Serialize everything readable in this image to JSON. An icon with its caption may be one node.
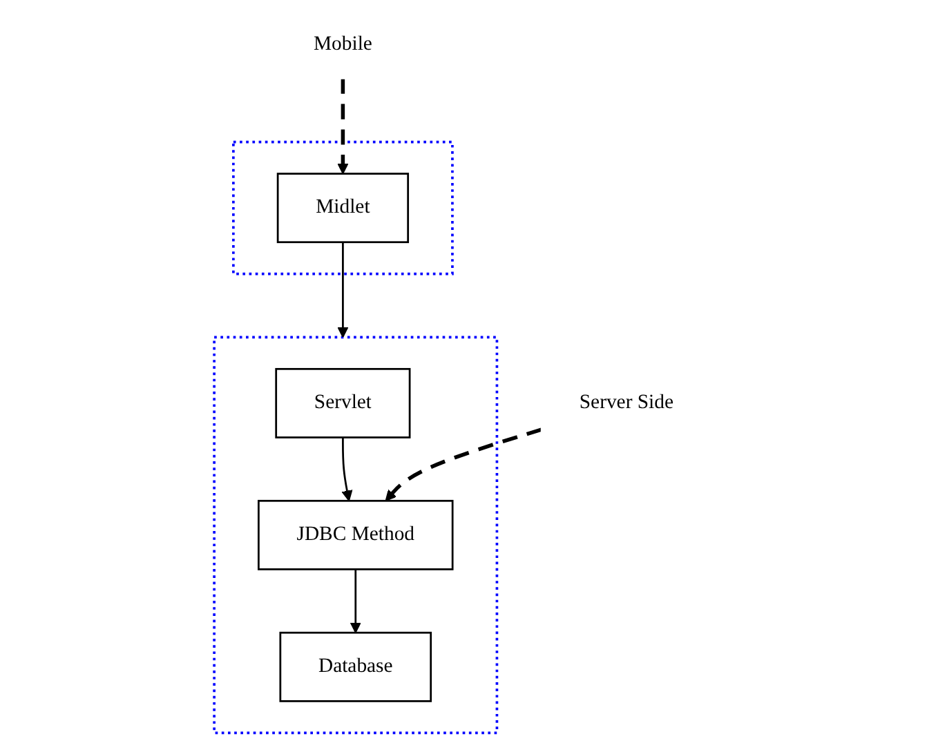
{
  "diagram": {
    "nodes": [
      {
        "text": [],
        "shape": "box"
      },
      {
        "text": [
          "Midlet"
        ],
        "in": 0
      },
      {
        "text": [],
        "shape": "box"
      },
      {
        "text": [
          "Servlet"
        ],
        "in": 2
      },
      {
        "text": [
          "JDBC Method"
        ],
        "in": 2
      },
      {
        "text": [
          "Database"
        ],
        "in": 2
      },
      {
        "text": [
          "Mobile"
        ]
      },
      {
        "text": [
          "Server Side"
        ]
      }
    ],
    "edges": [
      {
        "from": 1,
        "to": 2,
        "arrow": "to"
      },
      {
        "from": 3,
        "to": 4,
        "arrow": "to"
      },
      {
        "from": 4,
        "to": 5,
        "arrow": "to"
      },
      {
        "from": 6,
        "to": 1,
        "arrow": "to",
        "style": "dashed"
      },
      {
        "from": 7,
        "to": 4,
        "arrow": "to",
        "style": "dashed"
      }
    ]
  }
}
